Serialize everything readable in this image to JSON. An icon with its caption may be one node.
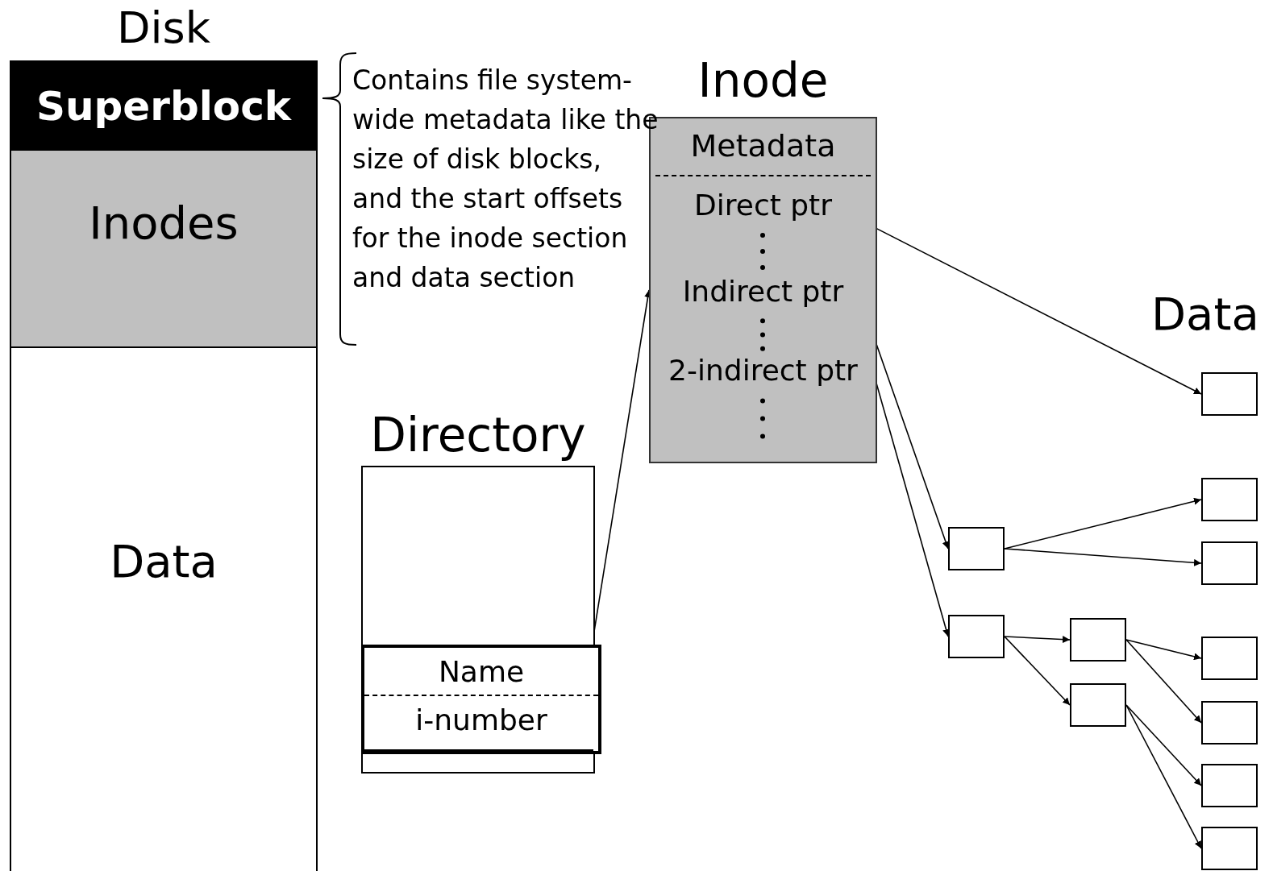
{
  "diagram": {
    "nodes": [
      {
        "text": [
          "Disk"
        ]
      },
      {
        "text": [
          "Superblock"
        ],
        "in": 0
      },
      {
        "text": [
          "Inodes"
        ],
        "in": 0
      },
      {
        "text": [
          "Data"
        ],
        "in": 0
      },
      {
        "text": [
          "Inode"
        ]
      },
      {
        "text": [
          "Metadata"
        ],
        "in": 4
      },
      {
        "text": [
          "Direct ptr"
        ],
        "in": 4
      },
      {
        "text": [
          "Indirect ptr"
        ],
        "in": 4
      },
      {
        "text": [
          "2-indirect ptr"
        ],
        "in": 4
      },
      {
        "text": [
          "Directory"
        ]
      },
      {
        "text": [
          "Name",
          "i-number"
        ],
        "in": 9
      },
      {
        "text": [],
        "shape": "box"
      },
      {
        "text": [],
        "shape": "box"
      },
      {
        "text": [],
        "shape": "box"
      },
      {
        "text": [],
        "shape": "box"
      },
      {
        "text": [],
        "shape": "box"
      },
      {
        "text": [],
        "shape": "box"
      },
      {
        "text": [],
        "shape": "box"
      },
      {
        "text": [],
        "shape": "box"
      },
      {
        "text": [],
        "shape": "box"
      },
      {
        "text": [],
        "shape": "box"
      },
      {
        "text": [],
        "shape": "box"
      }
    ],
    "edges": [
      {
        "from": 10,
        "to": 4,
        "arrow": "to"
      },
      {
        "from": 6,
        "to": 11,
        "arrow": "to"
      },
      {
        "from": 7,
        "to": 12,
        "arrow": "to"
      },
      {
        "from": 12,
        "to": 13,
        "arrow": "to"
      },
      {
        "from": 12,
        "to": 14,
        "arrow": "to"
      },
      {
        "from": 8,
        "to": 15,
        "arrow": "to"
      },
      {
        "from": 15,
        "to": 16,
        "arrow": "to"
      },
      {
        "from": 15,
        "to": 17,
        "arrow": "to"
      },
      {
        "from": 16,
        "to": 18,
        "arrow": "to"
      },
      {
        "from": 16,
        "to": 19,
        "arrow": "to"
      },
      {
        "from": 17,
        "to": 20,
        "arrow": "to"
      },
      {
        "from": 17,
        "to": 21,
        "arrow": "to"
      }
    ],
    "labels": [
      "Contains file system-wide metadata like the size of disk blocks, and the start offsets for the inode section and data section",
      "Data"
    ]
  }
}
